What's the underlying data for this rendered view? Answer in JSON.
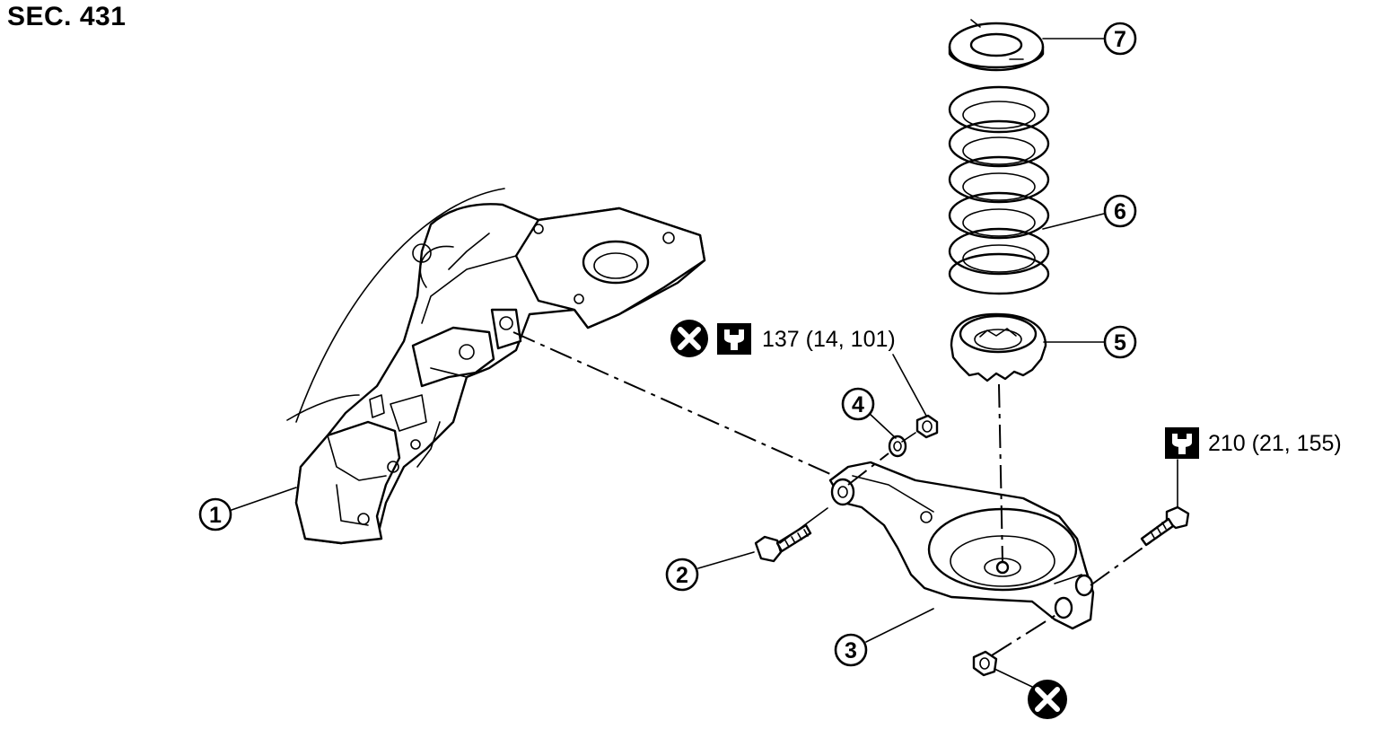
{
  "section_label": "SEC. 431",
  "callouts": [
    {
      "id": "1",
      "label": "1"
    },
    {
      "id": "2",
      "label": "2"
    },
    {
      "id": "3",
      "label": "3"
    },
    {
      "id": "4",
      "label": "4"
    },
    {
      "id": "5",
      "label": "5"
    },
    {
      "id": "6",
      "label": "6"
    },
    {
      "id": "7",
      "label": "7"
    }
  ],
  "torque_specs": [
    {
      "value": "137 (14, 101)",
      "non_reusable": true
    },
    {
      "value": "210 (21, 155)",
      "non_reusable": false
    }
  ],
  "icons": [
    "do-not-reuse-icon",
    "torque-wrench-icon"
  ]
}
